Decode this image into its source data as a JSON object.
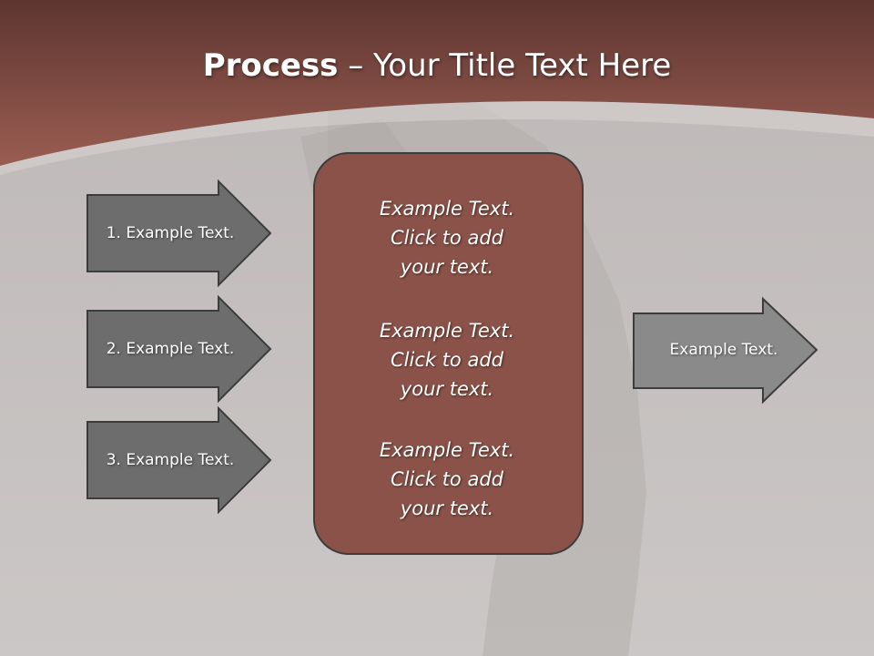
{
  "slide": {
    "title_bold": "Process",
    "title_rest": " – Your Title Text Here"
  },
  "input_arrows": [
    {
      "label": "1. Example Text."
    },
    {
      "label": "2. Example Text."
    },
    {
      "label": "3. Example Text."
    }
  ],
  "center_box": {
    "blocks": [
      {
        "line1": "Example Text.",
        "line2": "Click  to add",
        "line3": "your text."
      },
      {
        "line1": "Example Text.",
        "line2": "Click  to add",
        "line3": "your text."
      },
      {
        "line1": "Example Text.",
        "line2": "Click  to add",
        "line3": "your text."
      }
    ]
  },
  "output_arrow": {
    "label": "Example Text."
  },
  "colors": {
    "header": "#8a5248",
    "background": "#c9c5c4",
    "arrow_fill": "#6d6d6d",
    "output_arrow_fill": "#8a8a8a",
    "center_fill": "#8a5248",
    "outline": "#3c3c3c"
  }
}
